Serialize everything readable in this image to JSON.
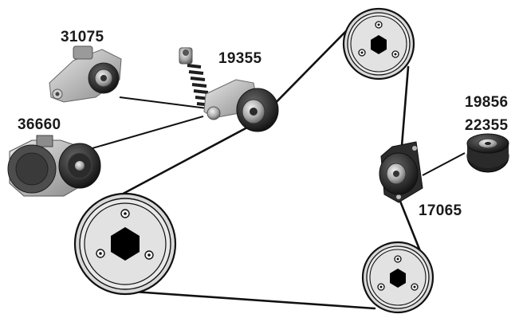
{
  "diagram": {
    "labels": {
      "tensioner_a": "31075",
      "tensioner_b": "19355",
      "tensioner_c": "36660",
      "idler_a_line1": "19856",
      "idler_a_line2": "22355",
      "idler_bracket": "17065"
    },
    "colors": {
      "belt": "#111111",
      "pulley_ring": "#d9d9d9",
      "pulley_face": "#e6e6e6",
      "hub": "#000000",
      "part_dark": "#2b2b2b",
      "part_metal": "#a8a8a8"
    },
    "pulleys": [
      "crankshaft-pulley",
      "top-pulley",
      "bottom-right-pulley"
    ]
  }
}
